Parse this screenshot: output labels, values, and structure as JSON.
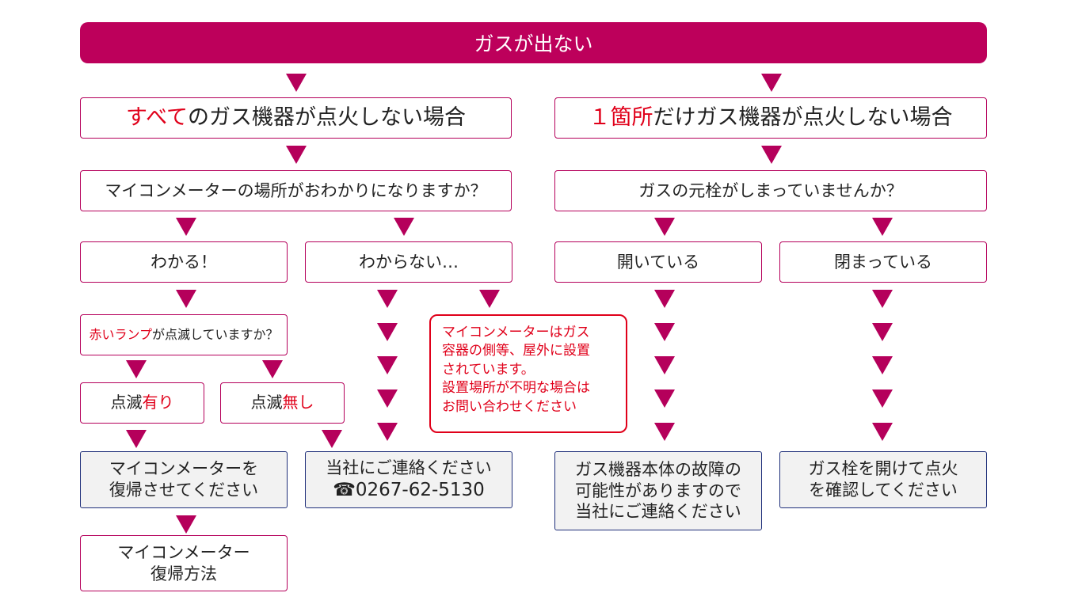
{
  "title": "ガスが出ない",
  "left_branch": {
    "heading_red": "すべて",
    "heading_rest": "のガス機器が点火しない場合",
    "question": "マイコンメーターの場所がおわかりになりますか？",
    "yes": "わかる！",
    "no": "わからない…",
    "lamp_question_red": "赤いランプ",
    "lamp_question_rest": "が点滅していますか？",
    "blink_yes_prefix": "点滅",
    "blink_yes_suffix": "有り",
    "blink_no_prefix": "点滅",
    "blink_no_suffix": "無し",
    "reset_result": [
      "マイコンメーターを",
      "復帰させてください"
    ],
    "reset_method": [
      "マイコンメーター",
      "復帰方法"
    ],
    "contact_result": "当社にご連絡ください",
    "phone_icon": "☎",
    "phone": "0267-62-5130",
    "note": [
      "マイコンメーターはガス",
      "容器の側等、屋外に設置",
      "されています。",
      "設置場所が不明な場合は",
      "お問い合わせください"
    ]
  },
  "right_branch": {
    "heading_red": "１箇所",
    "heading_rest": "だけガス機器が点火しない場合",
    "question": "ガスの元栓がしまっていませんか？",
    "open": "開いている",
    "closed": "閉まっている",
    "open_result": [
      "ガス機器本体の故障の",
      "可能性がありますので",
      "当社にご連絡ください"
    ],
    "closed_result": [
      "ガス栓を開けて点火",
      "を確認してください"
    ]
  },
  "colors": {
    "brand": "#bd005b",
    "border": "#b5005b",
    "accent_red": "#e0001a",
    "result_border": "#1f2f7a",
    "result_fill": "#f2f2f2"
  }
}
